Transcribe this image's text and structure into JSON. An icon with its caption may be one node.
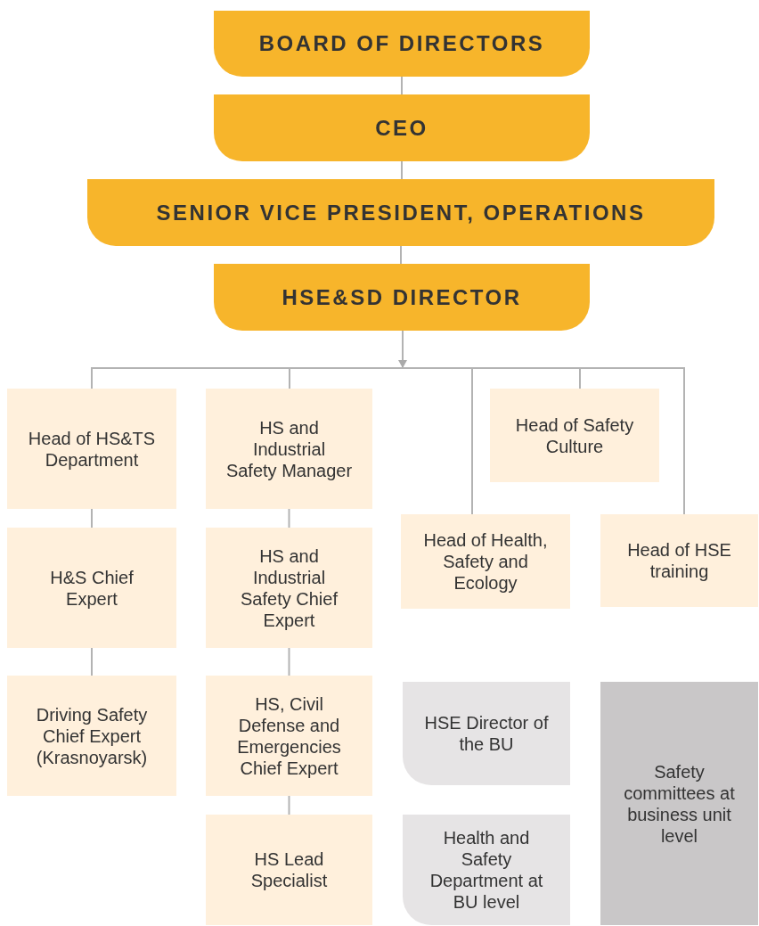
{
  "diagram": {
    "nodes": [
      {
        "text": [
          "BOARD OF DIRECTORS"
        ]
      },
      {
        "text": [
          "CEO"
        ]
      },
      {
        "text": [
          "SENIOR VICE PRESIDENT, OPERATIONS"
        ]
      },
      {
        "text": [
          "HSE&SD DIRECTOR"
        ]
      },
      {
        "text": [],
        "shape": "bar"
      },
      {
        "text": [
          "Head of HS&TS Department"
        ]
      },
      {
        "text": [
          "HS and Industrial Safety Manager"
        ]
      },
      {
        "text": [
          "Head of Safety Culture"
        ]
      },
      {
        "text": [
          "H&S Chief Expert"
        ]
      },
      {
        "text": [
          "HS and Industrial Safety Chief Expert"
        ]
      },
      {
        "text": [
          "Head of Health, Safety and Ecology"
        ]
      },
      {
        "text": [
          "Head of HSE training"
        ]
      },
      {
        "text": [
          "Driving Safety Chief Expert (Krasnoyarsk)"
        ]
      },
      {
        "text": [
          "HS, Civil Defense and Emergencies Chief Expert"
        ]
      },
      {
        "text": [
          "HSE Director of the BU"
        ]
      },
      {
        "text": [
          "HS Lead Specialist"
        ]
      },
      {
        "text": [
          "Health and Safety Department at BU level"
        ]
      },
      {
        "text": [
          "Safety committees at business unit level"
        ]
      }
    ],
    "edges": [
      {
        "from": 0,
        "to": 1,
        "arrow": "none"
      },
      {
        "from": 1,
        "to": 2,
        "arrow": "none"
      },
      {
        "from": 2,
        "to": 3,
        "arrow": "none"
      },
      {
        "from": 3,
        "to": 4,
        "arrow": "to"
      },
      {
        "from": 4,
        "to": 5,
        "arrow": "none"
      },
      {
        "from": 4,
        "to": 6,
        "arrow": "none"
      },
      {
        "from": 4,
        "to": 10,
        "arrow": "none"
      },
      {
        "from": 4,
        "to": 7,
        "arrow": "none"
      },
      {
        "from": 4,
        "to": 11,
        "arrow": "none"
      },
      {
        "from": 5,
        "to": 8,
        "arrow": "none"
      },
      {
        "from": 8,
        "to": 12,
        "arrow": "none"
      },
      {
        "from": 6,
        "to": 9,
        "arrow": "none"
      },
      {
        "from": 9,
        "to": 13,
        "arrow": "none"
      },
      {
        "from": 13,
        "to": 15,
        "arrow": "none"
      }
    ]
  }
}
